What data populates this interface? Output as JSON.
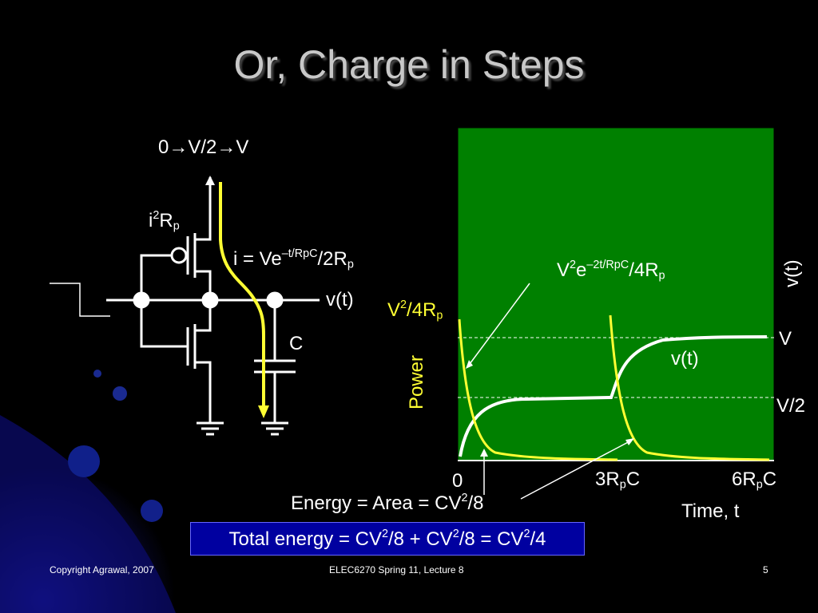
{
  "slide": {
    "title": "Or, Charge in Steps",
    "footer_left": "Copyright Agrawal, 2007",
    "footer_center": "ELEC6270 Spring 11, Lecture 8",
    "footer_right": "5"
  },
  "circuit": {
    "supply_label": "0→V/2→V",
    "i2r_base": "i",
    "i2r_sup": "2",
    "i2r_r": "R",
    "i2r_sub": "p",
    "current_pre": "i = Ve",
    "current_sup": "–t/RpC",
    "current_post": "/2R",
    "current_sub": "p",
    "output_label": "v(t)",
    "cap_label": "C"
  },
  "plot": {
    "v_axis_label": "v(t)",
    "v_tick_top": "V",
    "v_tick_mid": "V/2",
    "power_axis_label": "Power",
    "power_peak_base": "V",
    "power_peak_sup": "2",
    "power_peak_post": "/4R",
    "power_peak_sub": "p",
    "decay_base": "V",
    "decay_sup1": "2",
    "decay_e": "e",
    "decay_sup2": "–2t/RpC",
    "decay_post": "/4R",
    "decay_sub": "p",
    "curve_label": "v(t)",
    "x_tick_0": "0",
    "x_tick_3": "3R",
    "x_tick_3_sub": "p",
    "x_tick_3_post": "C",
    "x_tick_6": "6R",
    "x_tick_6_sub": "p",
    "x_tick_6_post": "C",
    "x_axis_label": "Time, t",
    "colors": {
      "plot_bg": "#008000",
      "power_curve": "#ffff33",
      "voltage_curve": "#ffffff"
    }
  },
  "energy": {
    "area_pre": "Energy = Area = CV",
    "area_sup": "2",
    "area_post": "/8",
    "total_a": "Total energy = CV",
    "total_sup1": "2",
    "total_b": "/8 + CV",
    "total_sup2": "2",
    "total_c": "/8 = CV",
    "total_sup3": "2",
    "total_d": "/4"
  }
}
